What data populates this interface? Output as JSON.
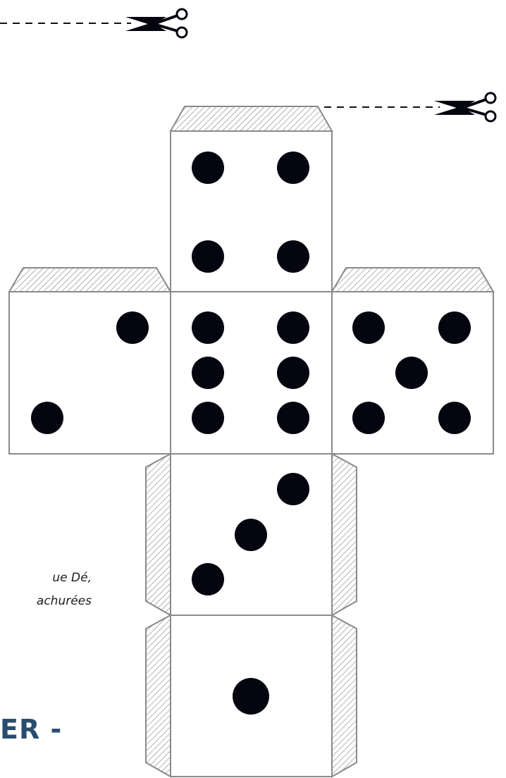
{
  "instructions": {
    "line1": "ue Dé,",
    "line2": "achurées"
  },
  "heading": {
    "fragment": "ER -"
  },
  "colors": {
    "outline": "#8a8a8a",
    "hatch": "#8a8a8a",
    "pip": "#050510",
    "heading": "#2a4d6e",
    "text": "#1d1d1d"
  },
  "icons": [
    "scissors-icon",
    "scissors-icon"
  ],
  "faces": [
    {
      "name": "face-top",
      "pips": 4
    },
    {
      "name": "face-left",
      "pips": 2
    },
    {
      "name": "face-center",
      "pips": 6
    },
    {
      "name": "face-right",
      "pips": 5
    },
    {
      "name": "face-lower",
      "pips": 3
    },
    {
      "name": "face-bottom",
      "pips": 1
    }
  ]
}
